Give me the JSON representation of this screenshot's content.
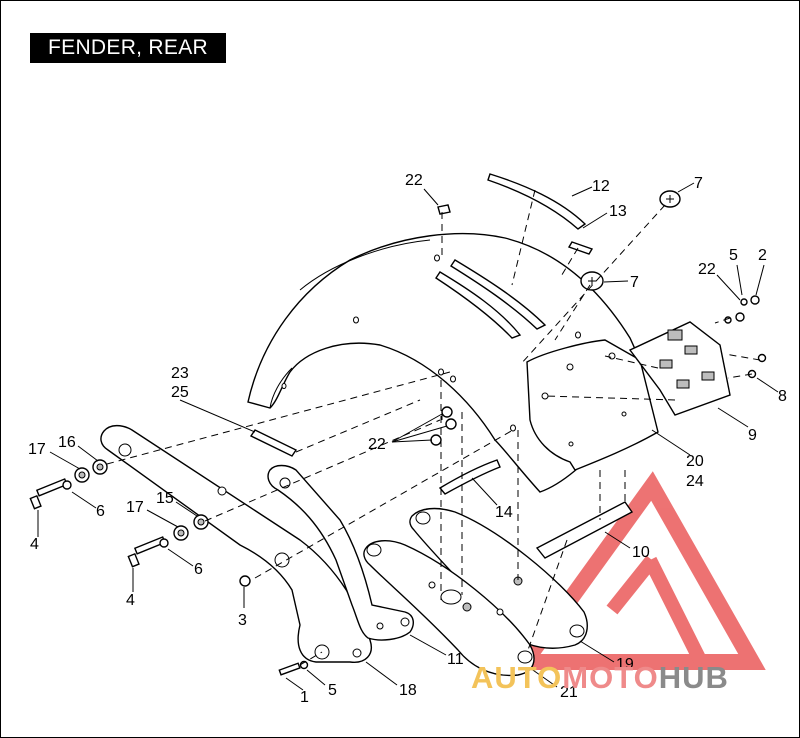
{
  "title": "FENDER, REAR",
  "watermark": {
    "part1": "AUTO",
    "part2": "MOTO",
    "part3": "HUB",
    "colors": {
      "auto": "#f3c35a",
      "moto": "#ef8a8a",
      "hub": "#8a8a8a",
      "triangle": "#ea5a5a"
    }
  },
  "callouts": {
    "c1": "1",
    "c2": "2",
    "c3": "3",
    "c4a": "4",
    "c4b": "4",
    "c5a": "5",
    "c5b": "5",
    "c6a": "6",
    "c6b": "6",
    "c7a": "7",
    "c7b": "7",
    "c8": "8",
    "c9": "9",
    "c10": "10",
    "c11": "11",
    "c12": "12",
    "c13": "13",
    "c14": "14",
    "c15": "15",
    "c16": "16",
    "c17a": "17",
    "c17b": "17",
    "c18": "18",
    "c19": "19",
    "c20": "20",
    "c21": "21",
    "c22a": "22",
    "c22b": "22",
    "c22c": "22",
    "c23": "23",
    "c24": "24",
    "c25": "25"
  }
}
